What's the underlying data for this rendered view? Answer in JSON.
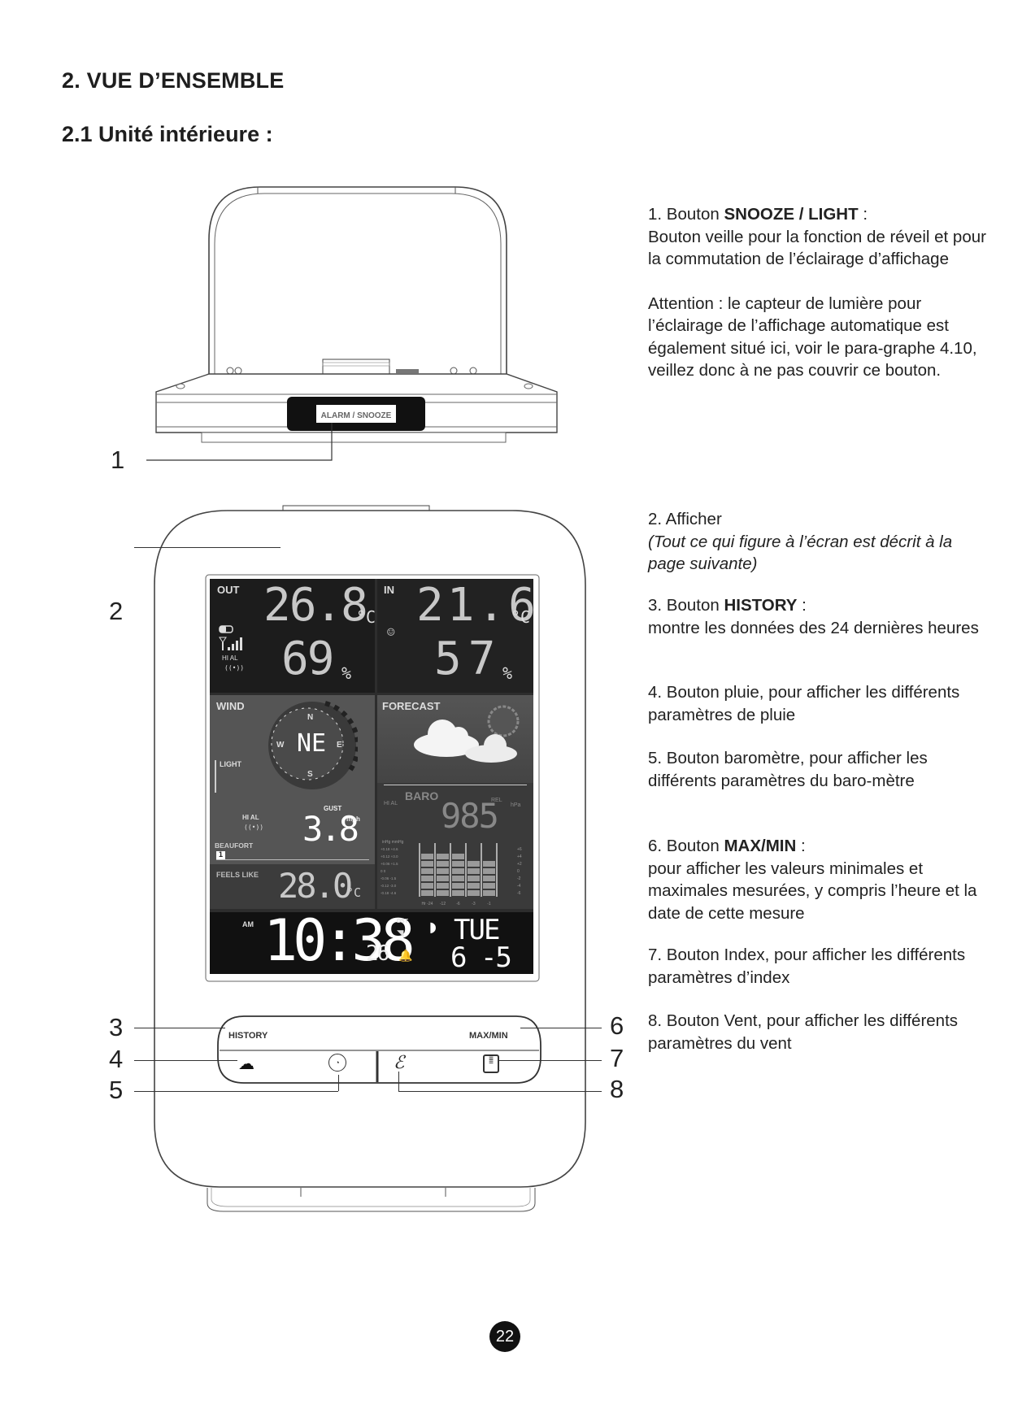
{
  "section": {
    "title": "2.  VUE D’ENSEMBLE",
    "subtitle": "2.1  Unité intérieure :"
  },
  "callouts": [
    "1",
    "2",
    "3",
    "4",
    "5",
    "6",
    "7",
    "8"
  ],
  "descriptions": {
    "item1": {
      "prefix": "1.  Bouton  ",
      "bold": "SNOOZE / LIGHT",
      "suffix": " :",
      "body": "Bouton veille pour la fonction de réveil et pour la commutation de l’éclairage d’affichage",
      "note": "Attention : le capteur de lumière pour l’éclairage de l’affichage automatique est également situé ici, voir le para-graphe 4.10, veillez donc à ne pas couvrir ce bouton."
    },
    "item2": {
      "title": "2.  Afficher",
      "italic": "(Tout ce qui figure à l’écran est décrit à la page suivante)"
    },
    "item3": {
      "prefix": "3.  Bouton  ",
      "bold": "HISTORY",
      "suffix": " :",
      "body": "montre les données des 24 dernières heures"
    },
    "item4": {
      "text": "4.  Bouton pluie, pour afficher les différents paramètres de pluie"
    },
    "item5": {
      "text": "5.  Bouton baromètre, pour afficher les différents paramètres du baro-mètre"
    },
    "item6": {
      "prefix": "6.  Bouton  ",
      "bold": "MAX/MIN",
      "suffix": " :",
      "body": "pour afficher les valeurs minimales et maximales mesurées, y compris l’heure et la date de cette mesure"
    },
    "item7": {
      "text": "7.  Bouton Index, pour afficher les différents paramètres d’index"
    },
    "item8": {
      "text": "8.  Bouton Vent, pour afficher les différents paramètres du vent"
    }
  },
  "top_device": {
    "button_label": "ALARM / SNOOZE"
  },
  "display": {
    "out_label": "OUT",
    "out_temp": "26.8",
    "out_temp_unit": "°C",
    "out_humidity": "69",
    "out_humidity_unit": "%",
    "hi_al": "HI AL",
    "in_label": "IN",
    "in_temp": "21.6",
    "in_temp_unit": "°C",
    "in_humidity": "57",
    "in_humidity_unit": "%",
    "wind_label": "WIND",
    "compass_n": "N",
    "compass_s": "S",
    "compass_e": "E",
    "compass_w": "W",
    "wind_direction": "NE",
    "light_label": "LIGHT",
    "gust_label": "GUST",
    "gust_value": "3.8",
    "gust_unit": "mph",
    "beaufort_label": "BEAUFORT",
    "beaufort_value": "1",
    "feels_like_label": "FEELS LIKE",
    "feels_like_value": "28.0",
    "feels_like_unit": "°C",
    "forecast_label": "FORECAST",
    "baro_label": "BARO",
    "baro_rel": "REL",
    "baro_value": "985",
    "baro_unit": "hPa",
    "baro_axis_header": "inHg  mmHg",
    "baro_left_ticks": [
      "+0.18 +4.6",
      "+0.12 +3.0",
      "+0.06 +1.5",
      "0    0",
      "-0.06 -1.5",
      "-0.12 -3.0",
      "-0.18 -4.6"
    ],
    "baro_right_ticks": [
      "+6",
      "+4",
      "+2",
      "0",
      "-2",
      "-4",
      "-6"
    ],
    "baro_x_ticks": [
      "Hr -24",
      "-12",
      "-6",
      "-3",
      "-1"
    ],
    "baro_bar_levels": [
      6,
      6,
      6,
      5,
      5
    ],
    "am_label": "AM",
    "time": "10:38",
    "seconds": "26",
    "dst_label": "DST",
    "weekday": "TUE",
    "date": "6 -5"
  },
  "buttons": {
    "history": "HISTORY",
    "maxmin": "MAX/MIN"
  },
  "page_number": "22"
}
